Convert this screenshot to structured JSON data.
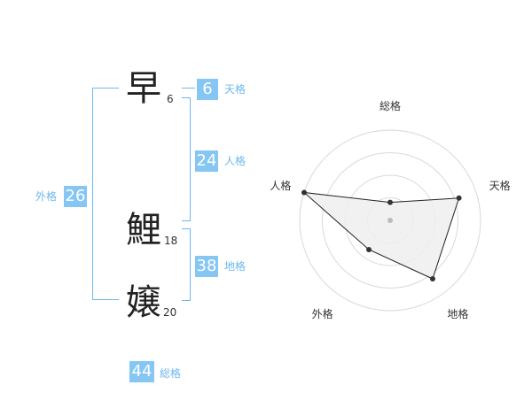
{
  "characters": [
    {
      "char": "早",
      "strokes": "6"
    },
    {
      "char": "鯉",
      "strokes": "18"
    },
    {
      "char": "嬢",
      "strokes": "20"
    }
  ],
  "fortunes": {
    "tenkaku": {
      "value": "6",
      "label": "天格"
    },
    "jinkaku": {
      "value": "24",
      "label": "人格"
    },
    "chikaku": {
      "value": "38",
      "label": "地格"
    },
    "gaikaku": {
      "value": "26",
      "label": "外格"
    },
    "soukaku": {
      "value": "44",
      "label": "総格"
    }
  },
  "chart_data": {
    "type": "radar",
    "axes": [
      "総格",
      "天格",
      "地格",
      "外格",
      "人格"
    ],
    "values": [
      1,
      4,
      4,
      2,
      5
    ],
    "rmax": 5,
    "rings": 4,
    "colors": {
      "fill": "#efefef",
      "line": "#222222",
      "ring": "#d9d9d9",
      "center": "#bbbbbb"
    }
  }
}
